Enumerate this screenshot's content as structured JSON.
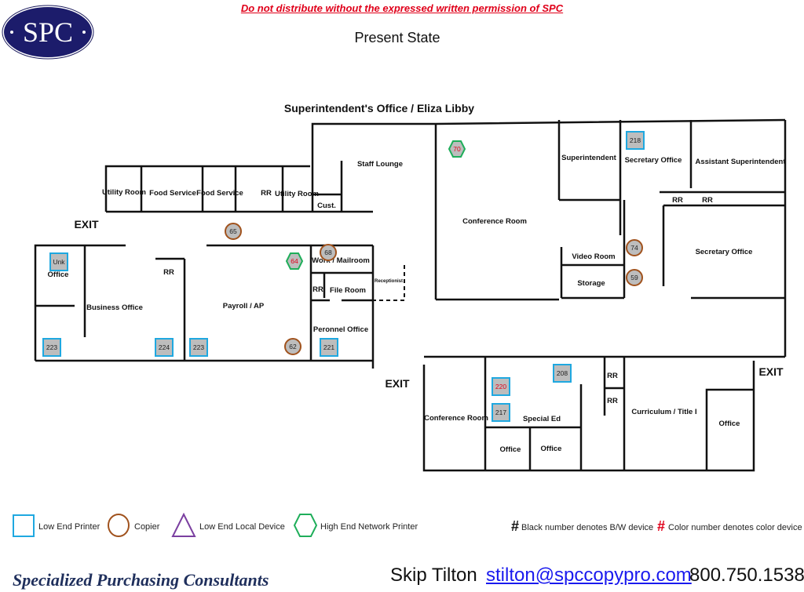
{
  "header": {
    "warning": "Do not distribute without the expressed written permission of SPC",
    "title": "Present State",
    "logo_text": "SPC",
    "plan_title": "Superintendent's Office / Eliza Libby"
  },
  "rooms": {
    "utility_room_1": "Utility Room",
    "food_service_1": "Food Service",
    "food_service_2": "Food Service",
    "rr_top": "RR",
    "utility_room_2": "Utility Room",
    "cust": "Cust.",
    "staff_lounge": "Staff Lounge",
    "conference_room_top": "Conference Room",
    "superintendent": "Superintendent",
    "secretary_office_top": "Secretary Office",
    "assistant_superintendent": "Assistant Superintendent",
    "rr_right_1": "RR",
    "rr_right_2": "RR",
    "secretary_office_right": "Secretary Office",
    "video_room": "Video Room",
    "storage": "Storage",
    "exit_left": "EXIT",
    "office_left": "Office",
    "business_office": "Business Office",
    "rr_left": "RR",
    "payroll": "Payroll / AP",
    "work_mailroom": "Work / Mailroom",
    "rr_file": "RR",
    "file_room": "File Room",
    "receptionist": "Receptionist",
    "personnel_office": "Peronnel Office",
    "exit_bottom": "EXIT",
    "conference_room_bottom": "Conference Room",
    "special_ed": "Special Ed",
    "rr_bottom_1": "RR",
    "rr_bottom_2": "RR",
    "office_bottom_1": "Office",
    "office_bottom_2": "Office",
    "curriculum": "Curriculum / Title I",
    "office_right_bottom": "Office",
    "exit_right": "EXIT"
  },
  "devices": {
    "printers": [
      "Unk",
      "223",
      "224",
      "223",
      "221",
      "218",
      "208",
      "220",
      "217"
    ],
    "copiers": [
      "65",
      "68",
      "74",
      "59",
      "62"
    ],
    "network_printers": [
      "64",
      "70"
    ]
  },
  "legend": {
    "low_end_printer": "Low End Printer",
    "copier": "Copier",
    "low_end_local": "Low End Local Device",
    "high_end_network": "High End Network Printer",
    "hash": "#",
    "bw_note": "Black number denotes B/W device",
    "color_note": "Color number denotes color device"
  },
  "colors": {
    "printer": "#1fa8e0",
    "copier": "#a0521d",
    "local": "#7b3fa0",
    "network": "#1fae5a",
    "color_device": "#e0001a"
  },
  "footer": {
    "company": "Specialized Purchasing Consultants",
    "contact_name": "Skip Tilton",
    "email": "stilton@spccopypro.com",
    "phone": "800.750.1538"
  }
}
